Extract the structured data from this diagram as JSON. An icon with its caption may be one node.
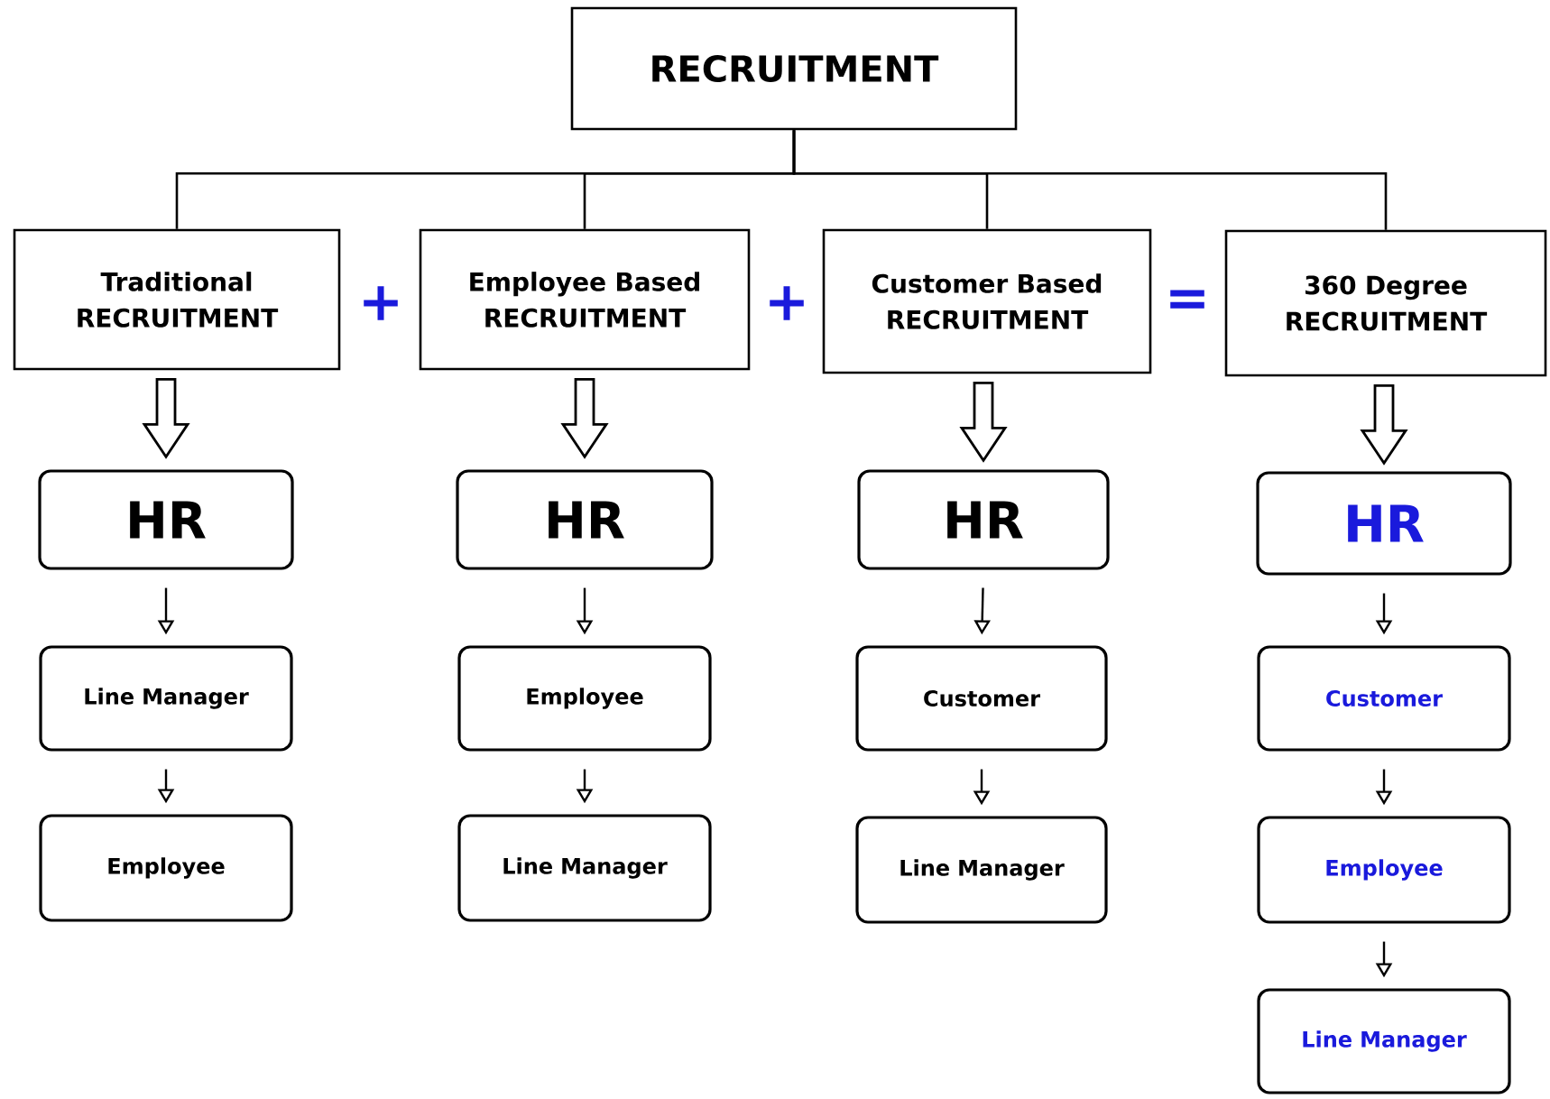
{
  "diagram": {
    "nodes": [
      {
        "text": [
          "RECRUITMENT"
        ]
      },
      {
        "text": [
          "Traditional RECRUITMENT"
        ]
      },
      {
        "text": [
          "Employee Based RECRUITMENT"
        ]
      },
      {
        "text": [
          "Customer Based RECRUITMENT"
        ]
      },
      {
        "text": [
          "360 Degree RECRUITMENT"
        ]
      },
      {
        "text": [
          "HR"
        ]
      },
      {
        "text": [
          "HR"
        ]
      },
      {
        "text": [
          "HR"
        ]
      },
      {
        "text": [
          "HR"
        ]
      },
      {
        "text": [
          "Line Manager"
        ]
      },
      {
        "text": [
          "Employee"
        ]
      },
      {
        "text": [
          "Employee"
        ]
      },
      {
        "text": [
          "Line Manager"
        ]
      },
      {
        "text": [
          "Customer"
        ]
      },
      {
        "text": [
          "Line Manager"
        ]
      },
      {
        "text": [
          "Customer"
        ]
      },
      {
        "text": [
          "Employee"
        ]
      },
      {
        "text": [
          "Line Manager"
        ]
      }
    ],
    "edges": [
      {
        "from": 0,
        "to": 1,
        "arrow": "none"
      },
      {
        "from": 0,
        "to": 2,
        "arrow": "none"
      },
      {
        "from": 0,
        "to": 3,
        "arrow": "none"
      },
      {
        "from": 0,
        "to": 4,
        "arrow": "none"
      },
      {
        "from": 1,
        "to": 5,
        "arrow": "to",
        "style": "thick"
      },
      {
        "from": 2,
        "to": 6,
        "arrow": "to",
        "style": "thick"
      },
      {
        "from": 3,
        "to": 7,
        "arrow": "to",
        "style": "thick"
      },
      {
        "from": 4,
        "to": 8,
        "arrow": "to",
        "style": "thick"
      },
      {
        "from": 5,
        "to": 9,
        "arrow": "to"
      },
      {
        "from": 9,
        "to": 10,
        "arrow": "to"
      },
      {
        "from": 6,
        "to": 11,
        "arrow": "to"
      },
      {
        "from": 11,
        "to": 12,
        "arrow": "to"
      },
      {
        "from": 7,
        "to": 13,
        "arrow": "to"
      },
      {
        "from": 13,
        "to": 14,
        "arrow": "to"
      },
      {
        "from": 8,
        "to": 15,
        "arrow": "to"
      },
      {
        "from": 15,
        "to": 16,
        "arrow": "to"
      },
      {
        "from": 16,
        "to": 17,
        "arrow": "to"
      }
    ],
    "labels": [
      "+",
      "+",
      "="
    ]
  }
}
